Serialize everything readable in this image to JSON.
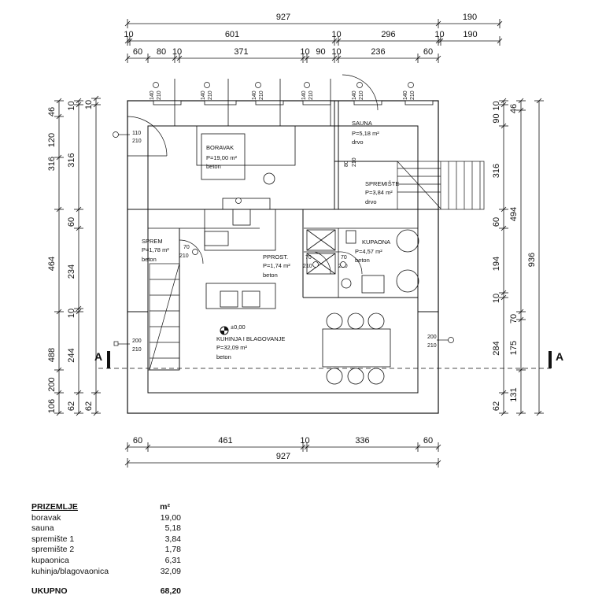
{
  "dimensions": {
    "top_total": "927",
    "top_right": "190",
    "top_mid": [
      "10",
      "601",
      "10",
      "296",
      "10",
      "190"
    ],
    "top_inner": [
      "60",
      "80",
      "10",
      "371",
      "10",
      "90",
      "10",
      "236",
      "60"
    ],
    "bottom": [
      "60",
      "461",
      "10",
      "336",
      "60"
    ],
    "bottom_total": "927",
    "left_col1": [
      "46",
      "120",
      "316",
      "464",
      "488",
      "200",
      "106"
    ],
    "left_col2": [
      "10",
      "316",
      "60",
      "234",
      "10",
      "244",
      "62"
    ],
    "left_col3": [
      "10",
      "62"
    ],
    "right_col1": [
      "10",
      "90",
      "316",
      "60",
      "194",
      "10",
      "284",
      "62"
    ],
    "right_col2": [
      "46",
      "494",
      "70",
      "175",
      "131"
    ],
    "right_total": "936"
  },
  "section_marker": "A",
  "rooms": {
    "boravak": {
      "name": "BORAVAK",
      "area": "P=19,00 m²",
      "floor": "beton"
    },
    "sauna": {
      "name": "SAUNA",
      "area": "P=5,18 m²",
      "floor": "drvo"
    },
    "spremiste1": {
      "name": "SPREMIŠTE",
      "area": "P=3,84 m²",
      "floor": "drvo"
    },
    "sprem": {
      "name": "SPREM",
      "area": "P=1,78 m²",
      "floor": "beton"
    },
    "pprost": {
      "name": "PPROST.",
      "area": "P=1,74 m²",
      "floor": "beton"
    },
    "kupaona": {
      "name": "KUPAONA",
      "area": "P=4,57 m²",
      "floor": "beton"
    },
    "kuhinja": {
      "name": "KUHINJA I BLAGOVANJE",
      "area": "P=32,09 m²",
      "floor": "beton"
    }
  },
  "level_mark": "±0,00",
  "doors": {
    "d110": [
      "110",
      "210"
    ],
    "d140": [
      "140",
      "210"
    ],
    "d80": [
      "80",
      "210"
    ],
    "d70": [
      "70",
      "210"
    ],
    "d200": [
      "200",
      "210"
    ]
  },
  "summary": {
    "title": "PRIZEMLJE",
    "unit": "m²",
    "rows": [
      {
        "name": "boravak",
        "value": "19,00"
      },
      {
        "name": "sauna",
        "value": "5,18"
      },
      {
        "name": "spremište 1",
        "value": "3,84"
      },
      {
        "name": "spremište 2",
        "value": "1,78"
      },
      {
        "name": "kupaonica",
        "value": "6,31"
      },
      {
        "name": "kuhinja/blagovaonica",
        "value": "32,09"
      }
    ],
    "total_label": "UKUPNO",
    "total_value": "68,20"
  }
}
